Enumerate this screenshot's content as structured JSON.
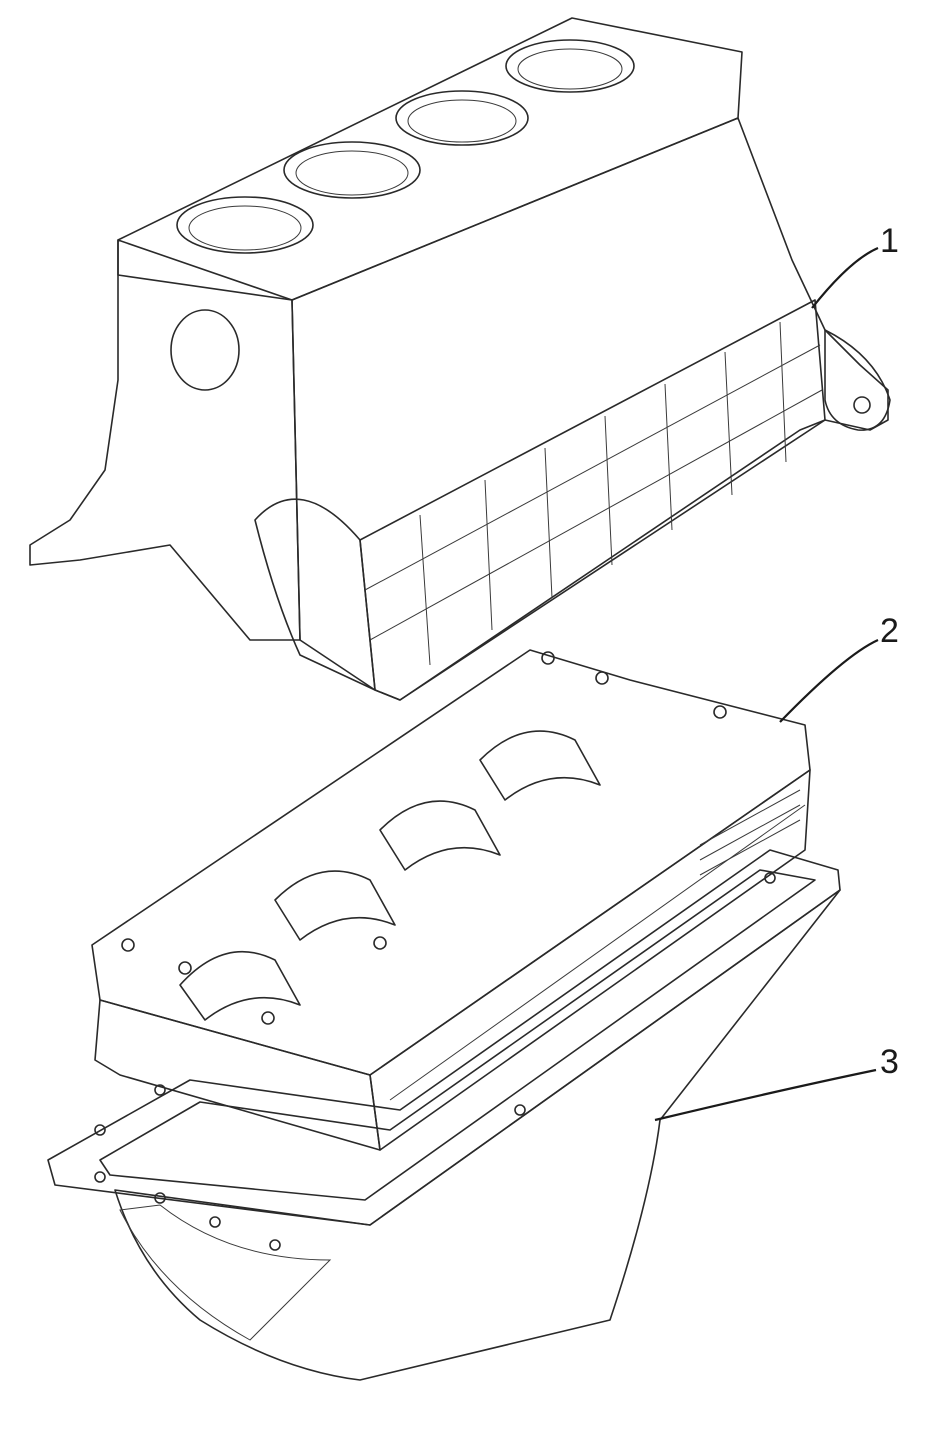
{
  "diagram": {
    "callouts": [
      {
        "label": "1",
        "part": "engine-cylinder-block"
      },
      {
        "label": "2",
        "part": "crankcase-lower-frame"
      },
      {
        "label": "3",
        "part": "oil-pan"
      }
    ]
  }
}
